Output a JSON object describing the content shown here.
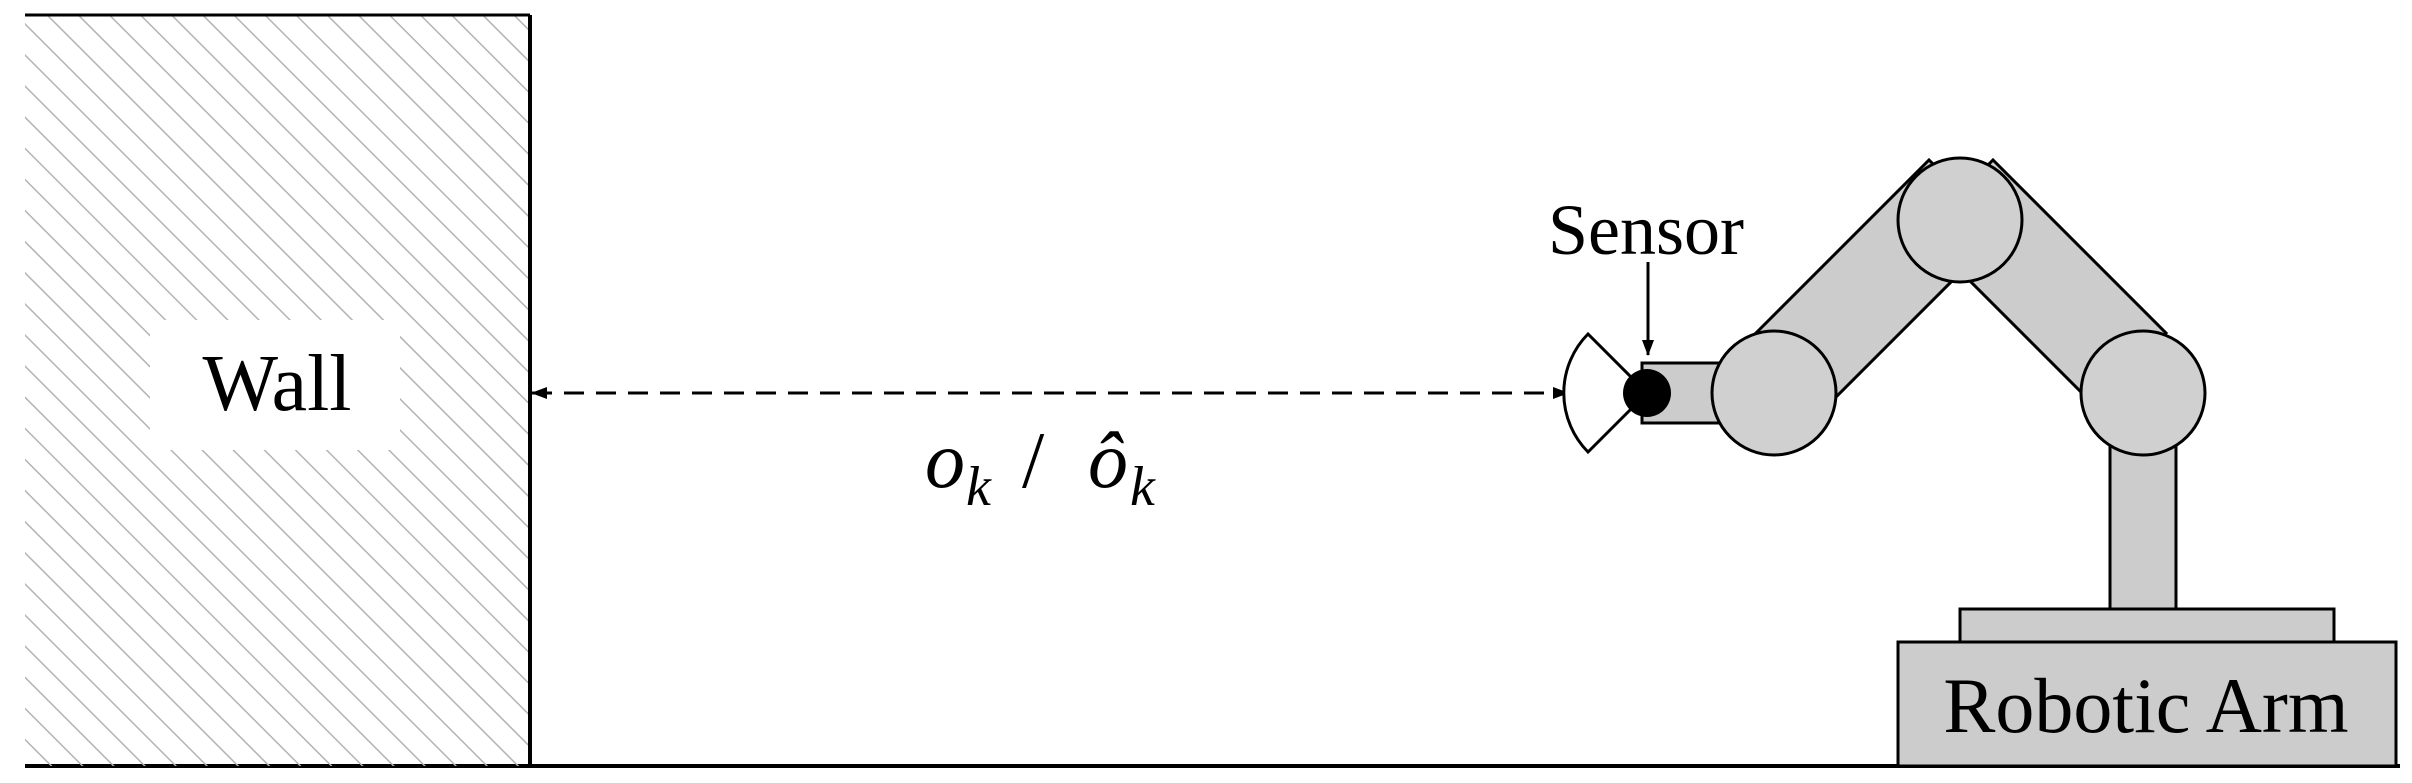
{
  "labels": {
    "wall": "Wall",
    "sensor": "Sensor",
    "robotic_arm": "Robotic Arm",
    "distance_symbol": "o",
    "distance_subscript": "k",
    "distance_separator": "/",
    "distance_estimate_symbol": "ô",
    "distance_estimate_subscript": "k"
  },
  "colors": {
    "line": "#000000",
    "hatch": "#b3b3b3",
    "arm_fill": "#cccccc",
    "arm_joint_fill": "#d0d0d0",
    "sensor_dot": "#000000"
  }
}
